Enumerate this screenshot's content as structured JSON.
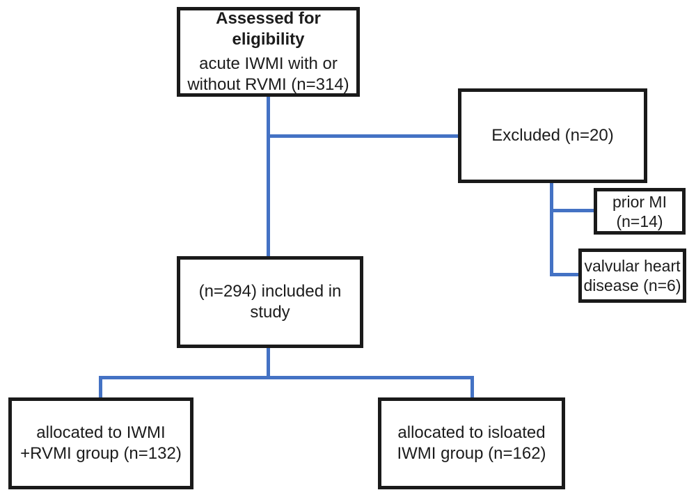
{
  "colors": {
    "connector": "#4472c4",
    "box_border": "#1a1a1a",
    "background": "#ffffff"
  },
  "nodes": {
    "assessed": {
      "title": "Assessed for eligibility",
      "line1": "acute IWMI with or",
      "line2": "without RVMI (n=314)"
    },
    "excluded": {
      "label": "Excluded (n=20)"
    },
    "prior_mi": {
      "line1": "prior MI",
      "line2": "(n=14)"
    },
    "valvular": {
      "line1": "valvular heart",
      "line2": "disease (n=6)"
    },
    "included": {
      "line1": "(n=294) included in",
      "line2": "study"
    },
    "alloc_iwmi_rvmi": {
      "line1": "allocated to IWMI",
      "line2": "+RVMI group (n=132)"
    },
    "alloc_isolated": {
      "line1": "allocated to isloated",
      "line2": "IWMI group (n=162)"
    }
  }
}
